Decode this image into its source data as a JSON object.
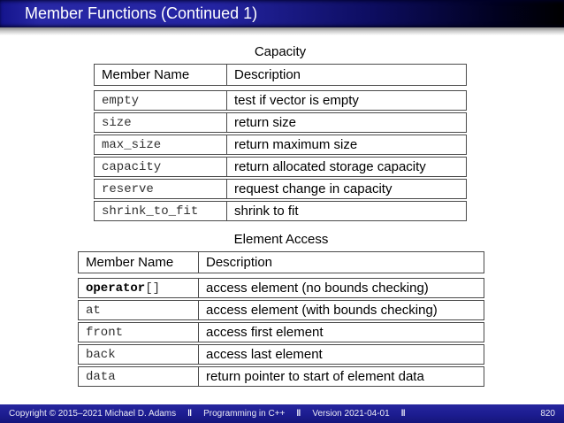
{
  "frametitle": "Member Functions (Continued 1)",
  "tables": [
    {
      "title": "Capacity",
      "headers": {
        "name": "Member Name",
        "desc": "Description"
      },
      "rows": [
        {
          "name_bold": "",
          "name": "empty",
          "desc": "test if vector is empty"
        },
        {
          "name_bold": "",
          "name": "size",
          "desc": "return size"
        },
        {
          "name_bold": "",
          "name": "max_size",
          "desc": "return maximum size"
        },
        {
          "name_bold": "",
          "name": "capacity",
          "desc": "return allocated storage capacity"
        },
        {
          "name_bold": "",
          "name": "reserve",
          "desc": "request change in capacity"
        },
        {
          "name_bold": "",
          "name": "shrink_to_fit",
          "desc": "shrink to fit"
        }
      ]
    },
    {
      "title": "Element Access",
      "headers": {
        "name": "Member Name",
        "desc": "Description"
      },
      "rows": [
        {
          "name_bold": "operator",
          "name": "[]",
          "desc": "access element (no bounds checking)"
        },
        {
          "name_bold": "",
          "name": "at",
          "desc": "access element (with bounds checking)"
        },
        {
          "name_bold": "",
          "name": "front",
          "desc": "access first element"
        },
        {
          "name_bold": "",
          "name": "back",
          "desc": "access last element"
        },
        {
          "name_bold": "",
          "name": "data",
          "desc": "return pointer to start of element data"
        }
      ]
    }
  ],
  "footer": {
    "copyright": "Copyright © 2015–2021 Michael D. Adams",
    "separator": "‖",
    "course": "Programming in C++",
    "version": "Version 2021-04-01",
    "page": "820"
  },
  "colors": {
    "frametitle_blue": "#2424a2",
    "frametitle_fade": "#000000",
    "footer_blue": "#1c1c90",
    "table_border": "#4a4a4a"
  }
}
